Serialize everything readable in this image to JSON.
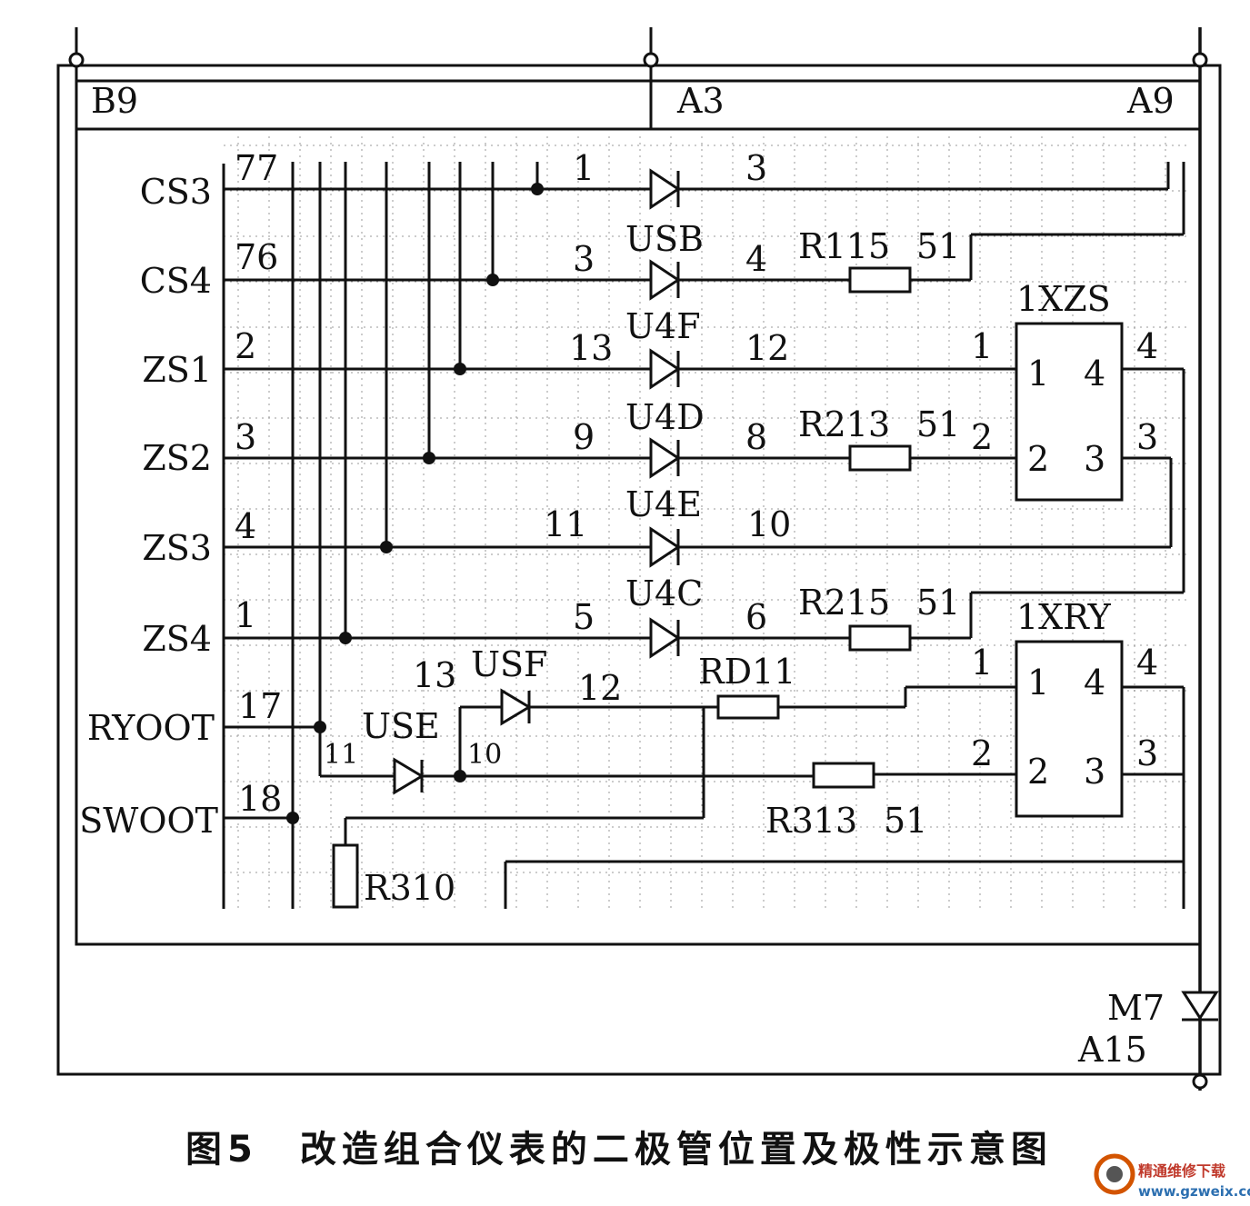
{
  "blocks": {
    "left": "B9",
    "middle": "A3",
    "right": "A9"
  },
  "rows": [
    {
      "name": "CS3",
      "pin": "77"
    },
    {
      "name": "CS4",
      "pin": "76"
    },
    {
      "name": "ZS1",
      "pin": "2"
    },
    {
      "name": "ZS2",
      "pin": "3"
    },
    {
      "name": "ZS3",
      "pin": "4"
    },
    {
      "name": "ZS4",
      "pin": "1"
    },
    {
      "name": "RYOOT",
      "pin": "17"
    },
    {
      "name": "SWOOT",
      "pin": "18"
    }
  ],
  "diodes": [
    {
      "name": "USB",
      "pin_in": "1",
      "pin_out": "3"
    },
    {
      "name": "U4F",
      "pin_in": "3",
      "pin_out": "4"
    },
    {
      "name": "U4D",
      "pin_in": "13",
      "pin_out": "12"
    },
    {
      "name": "U4E",
      "pin_in": "9",
      "pin_out": "8"
    },
    {
      "name": "U4C",
      "pin_in": "11",
      "pin_out": "10"
    },
    {
      "name": "",
      "pin_in": "5",
      "pin_out": "6"
    }
  ],
  "resistors": [
    {
      "name": "R115",
      "value": "51"
    },
    {
      "name": "R213",
      "value": "51"
    },
    {
      "name": "R215",
      "value": "51"
    },
    {
      "name": "R313",
      "value": "51"
    },
    {
      "name": "RD11",
      "value": ""
    },
    {
      "name": "R310",
      "value": ""
    }
  ],
  "lower_diodes": {
    "use": {
      "name": "USE",
      "pin_in": "11",
      "pin_out": "10"
    },
    "usf": {
      "name": "USF",
      "pin_in": "13",
      "pin_out": "12"
    }
  },
  "connectors": [
    {
      "name": "1XZS",
      "pins": [
        "1",
        "4",
        "2",
        "3"
      ],
      "ext": [
        "1",
        "4",
        "2",
        "3"
      ]
    },
    {
      "name": "1XRY",
      "pins": [
        "1",
        "4",
        "2",
        "3"
      ],
      "ext": [
        "1",
        "4",
        "2",
        "3"
      ]
    }
  ],
  "diode_m7": {
    "name": "M7",
    "location": "A15"
  },
  "caption": "图5　改造组合仪表的二极管位置及极性示意图",
  "watermark": {
    "name": "精通维修下载",
    "url": "www.gzweix.com"
  }
}
